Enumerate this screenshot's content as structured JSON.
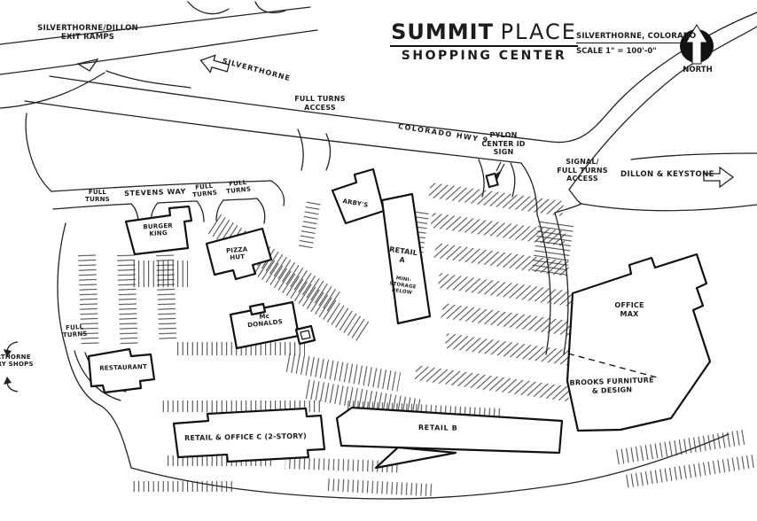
{
  "colors": {
    "ink": "#1c1c1c",
    "paper": "#ffffff"
  },
  "title": {
    "bold": "SUMMIT",
    "light": "PLACE",
    "subtitle": "SHOPPING CENTER"
  },
  "title_block": {
    "location": "SILVERTHORNE, COLORADO",
    "scale": "SCALE 1\" = 100'-0\"",
    "north": "NORTH"
  },
  "roads": {
    "exit_ramps": "SILVERTHORNE/DILLON\nEXIT RAMPS",
    "silverthorne_dir": "SILVERTHORNE",
    "colorado_hwy9": "COLORADO HWY 9",
    "stevens_way": "STEVENS WAY",
    "dillon_keystone": "DILLON & KEYSTONE",
    "factory_shops": "SILVERTHORNE\nFACTORY SHOPS"
  },
  "access": {
    "full_turns_access": "FULL TURNS\nACCESS",
    "signal": "SIGNAL/\nFULL TURNS\nACCESS",
    "pylon": "PYLON\nCENTER ID\nSIGN",
    "full_turns_a": "FULL\nTURNS",
    "full_turns_b": "FULL\nTURNS",
    "full_turns_c": "FULL\nTURNS",
    "full_turns_d": "FULL\nTURNS"
  },
  "buildings": {
    "burger_king": "BURGER\nKING",
    "pizza_hut": "PIZZA\nHUT",
    "arbys": "ARBY'S",
    "retail_a": "RETAIL\nA",
    "retail_a_note": "MINI-\nSTORAGE\nBELOW",
    "mcdonalds": "Mc\nDONALDS",
    "restaurant": "RESTAURANT",
    "office_max": "OFFICE\nMAX",
    "brooks": "BROOKS FURNITURE\n& DESIGN",
    "retail_b": "RETAIL B",
    "retail_office_c": "RETAIL & OFFICE C (2-STORY)"
  }
}
